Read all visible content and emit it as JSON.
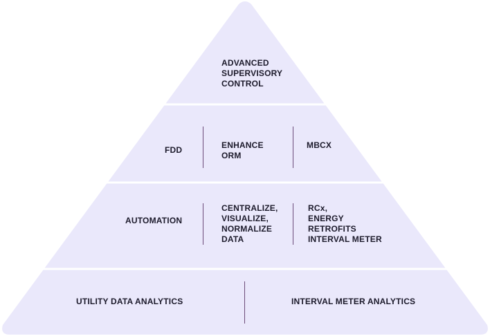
{
  "colors": {
    "fill": "#eae8fb",
    "separator": "#ffffff",
    "divider": "#6b4a78",
    "text": "#1c1a2b"
  },
  "pyramid": {
    "tier1": {
      "text": "ADVANCED\nSUPERVISORY\nCONTROL"
    },
    "tier2": {
      "label": "FDD",
      "center": "ENHANCE\nORM",
      "right": "MBCX"
    },
    "tier3": {
      "label": "AUTOMATION",
      "center": "CENTRALIZE,\nVISUALIZE,\nNORMALIZE\nDATA",
      "right": "RCx,\nENERGY\nRETROFITS\nINTERVAL METER"
    },
    "tier4": {
      "left": "UTILITY DATA ANALYTICS",
      "right": "INTERVAL METER ANALYTICS"
    }
  }
}
